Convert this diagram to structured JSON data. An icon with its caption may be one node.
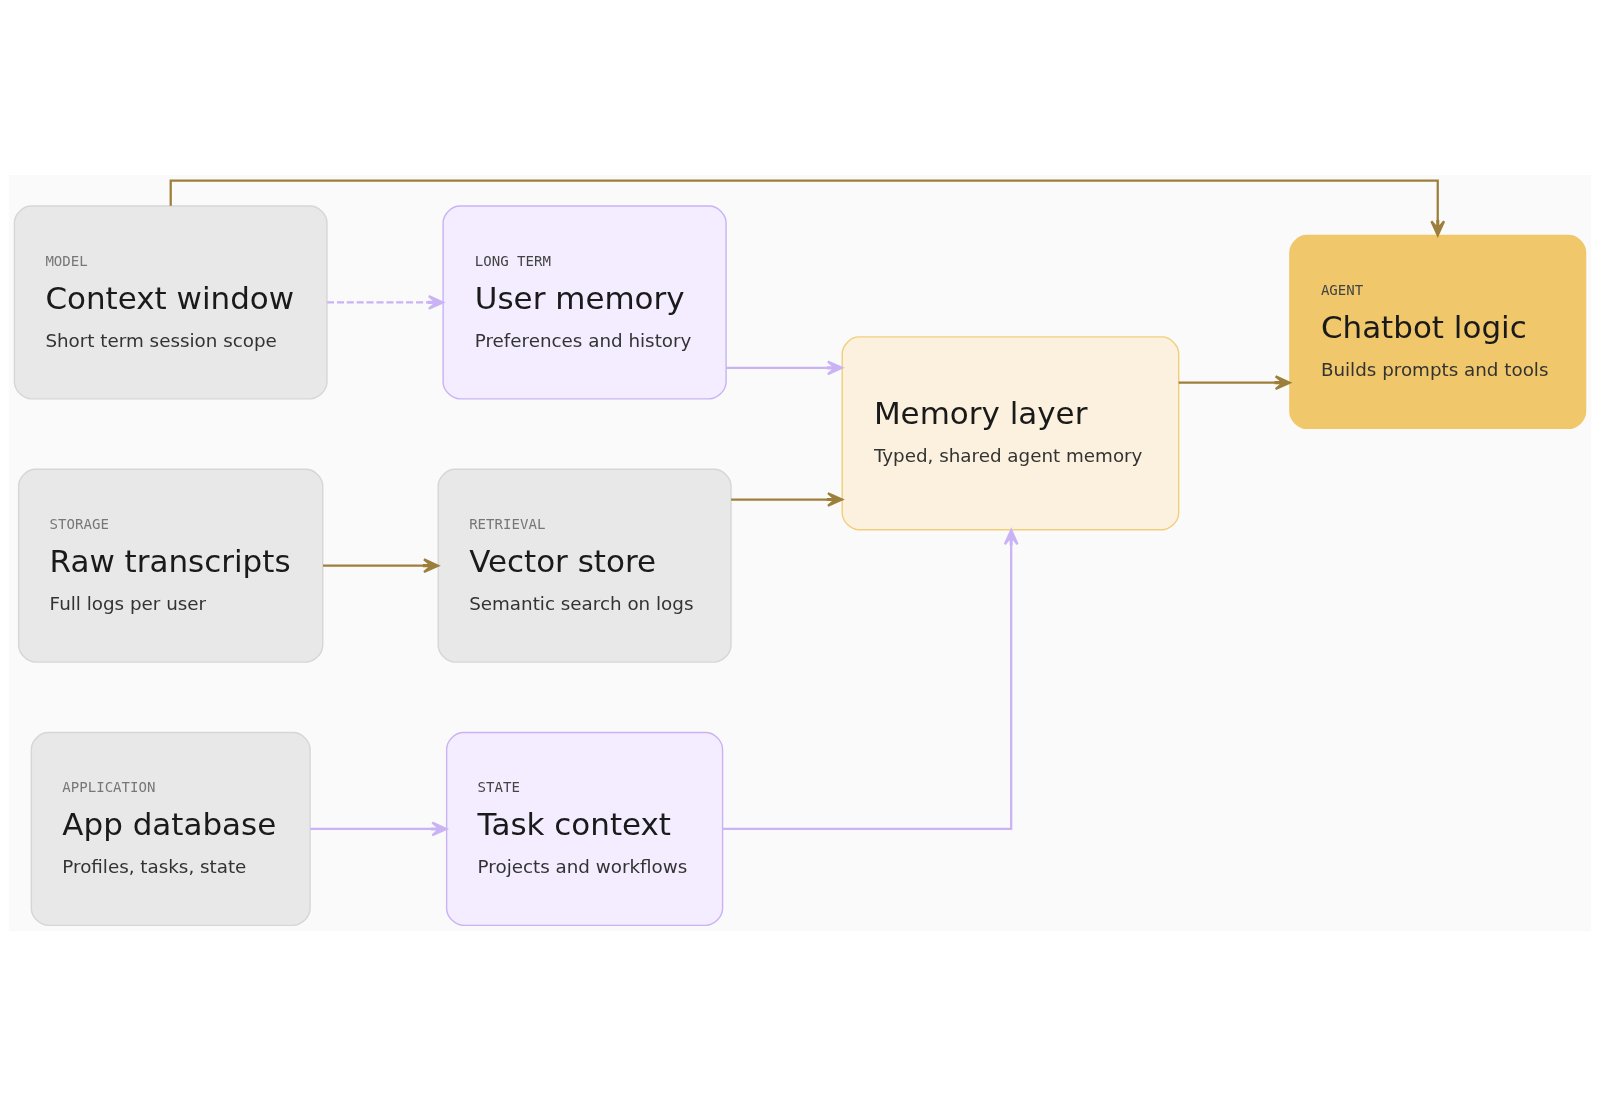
{
  "diagram": {
    "nodes": [
      {
        "text": [
          "MODEL",
          "Context window",
          "Short term session scope"
        ]
      },
      {
        "text": [
          "LONG TERM",
          "User memory",
          "Preferences and history"
        ]
      },
      {
        "text": [
          "STORAGE",
          "Raw transcripts",
          "Full logs per user"
        ]
      },
      {
        "text": [
          "RETRIEVAL",
          "Vector store",
          "Semantic search on logs"
        ]
      },
      {
        "text": [
          "Memory layer",
          "Typed, shared agent memory"
        ]
      },
      {
        "text": [
          "AGENT",
          "Chatbot logic",
          "Builds prompts and tools"
        ]
      },
      {
        "text": [
          "APPLICATION",
          "App database",
          "Profiles, tasks, state"
        ]
      },
      {
        "text": [
          "STATE",
          "Task context",
          "Projects and workflows"
        ]
      }
    ],
    "edges": [
      {
        "from": 0,
        "to": 1,
        "arrow": "to",
        "style": "dashed",
        "color": "#c9b3f5"
      },
      {
        "from": 0,
        "to": 5,
        "arrow": "to",
        "color": "#9c7f3a"
      },
      {
        "from": 2,
        "to": 3,
        "arrow": "to",
        "color": "#9c7f3a"
      },
      {
        "from": 1,
        "to": 4,
        "arrow": "to",
        "color": "#c9b3f5"
      },
      {
        "from": 3,
        "to": 4,
        "arrow": "to",
        "color": "#9c7f3a"
      },
      {
        "from": 4,
        "to": 5,
        "arrow": "to",
        "color": "#9c7f3a"
      },
      {
        "from": 6,
        "to": 7,
        "arrow": "to",
        "color": "#c9b3f5"
      },
      {
        "from": 7,
        "to": 4,
        "arrow": "to",
        "color": "#c9b3f5"
      }
    ]
  }
}
